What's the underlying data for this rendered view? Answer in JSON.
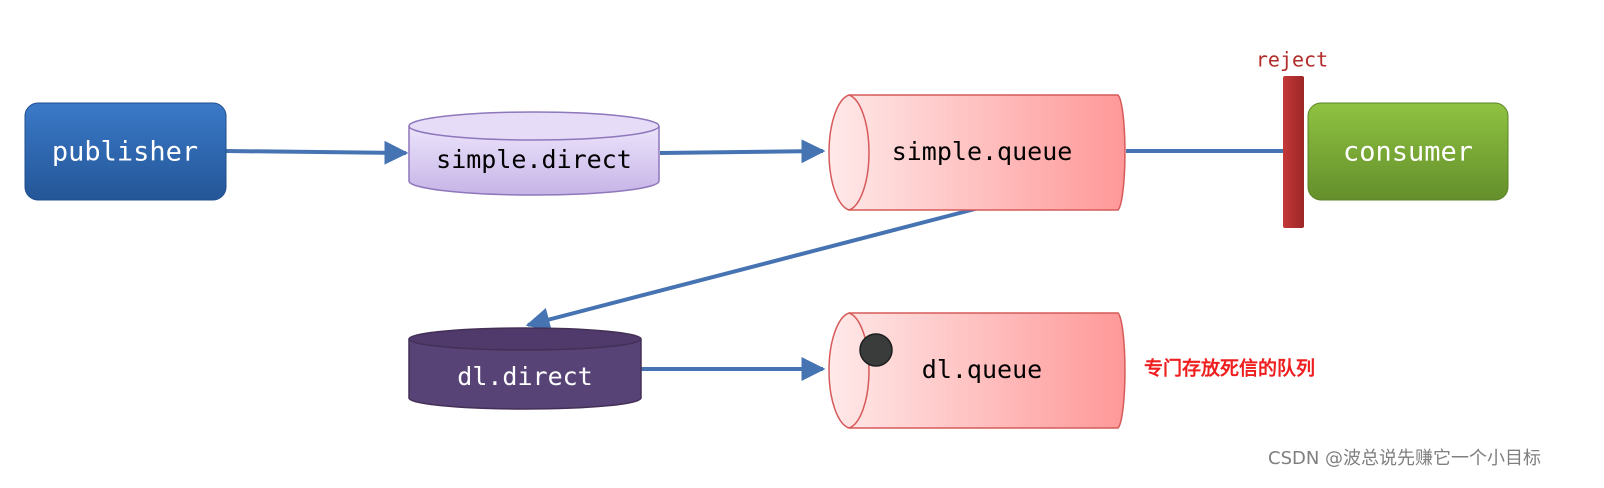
{
  "nodes": {
    "publisher": {
      "label": "publisher"
    },
    "simple_direct": {
      "label": "simple.direct"
    },
    "simple_queue": {
      "label": "simple.queue"
    },
    "consumer": {
      "label": "consumer"
    },
    "dl_direct": {
      "label": "dl.direct"
    },
    "dl_queue": {
      "label": "dl.queue"
    }
  },
  "reject_label": "reject",
  "dl_queue_note": "专门存放死信的队列",
  "watermark": "CSDN @波总说先赚它一个小目标",
  "colors": {
    "publisher": "#2a64ad",
    "exchange": "#c8b7e8",
    "dead_letter_exchange": "#584376",
    "queue": "#ff9e9e",
    "consumer": "#76a632",
    "arrow": "#4673b2",
    "reject_bar": "#b53232",
    "note": "#ef1f1f"
  }
}
